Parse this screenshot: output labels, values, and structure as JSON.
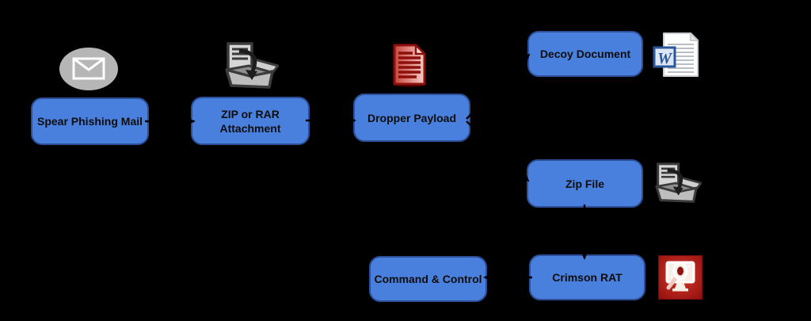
{
  "colors": {
    "background": "#000000",
    "node_fill": "#4a80dd",
    "node_border": "#2d4f97",
    "node_text": "#0d0d0d",
    "connector": "#000000",
    "word_blue": "#2b579a",
    "dropper_red": "#8e100c",
    "rat_red": "#9b0d0d",
    "icon_gray": "#b6b6b6"
  },
  "diagram": {
    "nodes": [
      {
        "id": "spear-phishing-mail",
        "label": "Spear Phishing Mail",
        "icon": "envelope-icon"
      },
      {
        "id": "zip-rar-attachment",
        "label": "ZIP or RAR Attachment",
        "icon": "zip-archive-icon"
      },
      {
        "id": "dropper-payload",
        "label": "Dropper Payload",
        "icon": "red-document-icon"
      },
      {
        "id": "decoy-document",
        "label": "Decoy Document",
        "icon": "word-document-icon"
      },
      {
        "id": "zip-file",
        "label": "Zip File",
        "icon": "zip-archive-icon"
      },
      {
        "id": "command-and-control",
        "label": "Command & Control",
        "icon": null
      },
      {
        "id": "crimson-rat",
        "label": "Crimson RAT",
        "icon": "rat-malware-icon"
      }
    ],
    "word_icon_letter": "W",
    "connectors": [
      {
        "from": "spear-phishing-mail",
        "to": "zip-rar-attachment"
      },
      {
        "from": "zip-rar-attachment",
        "to": "dropper-payload"
      },
      {
        "from": "dropper-payload",
        "to": "decoy-document"
      },
      {
        "from": "dropper-payload",
        "to": "zip-file"
      },
      {
        "from": "zip-file",
        "to": "crimson-rat"
      },
      {
        "from": "crimson-rat",
        "to": "command-and-control"
      }
    ]
  }
}
